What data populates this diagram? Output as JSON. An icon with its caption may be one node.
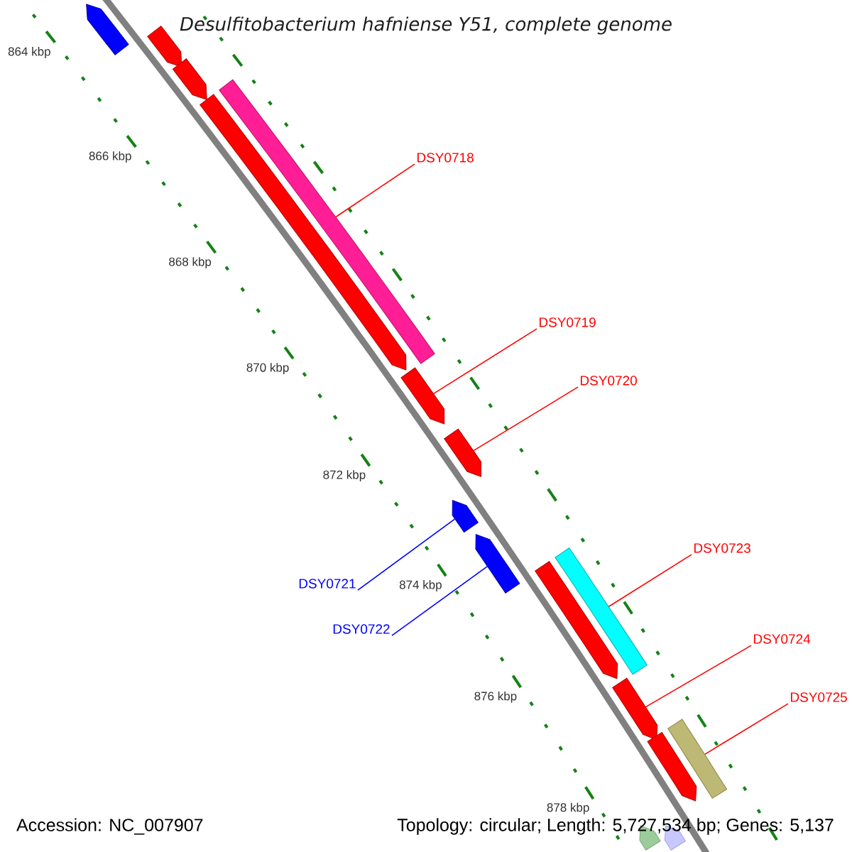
{
  "diagram": {
    "title": "Desulfitobacterium hafniense Y51, complete genome",
    "nodes": [
      {
        "text": [
          "DSY0718"
        ]
      },
      {
        "text": [
          "DSY0719"
        ]
      },
      {
        "text": [
          "DSY0720"
        ]
      },
      {
        "text": [
          "DSY0721"
        ]
      },
      {
        "text": [
          "DSY0722"
        ]
      },
      {
        "text": [
          "DSY0723"
        ]
      },
      {
        "text": [
          "DSY0724"
        ]
      },
      {
        "text": [
          "DSY0725"
        ]
      },
      {
        "text": [],
        "shape": "bar"
      },
      {
        "text": [],
        "shape": "arrow"
      },
      {
        "text": [],
        "shape": "arrow"
      },
      {
        "text": [],
        "shape": "arrow"
      },
      {
        "text": [],
        "shape": "arrow"
      },
      {
        "text": [],
        "shape": "bar"
      },
      {
        "text": [],
        "shape": "arrow"
      },
      {
        "text": [],
        "shape": "bar"
      },
      {
        "text": [],
        "shape": "arrow"
      },
      {
        "text": [],
        "shape": "arrow"
      },
      {
        "text": [],
        "shape": "arrow"
      },
      {
        "text": [],
        "shape": "arrow"
      },
      {
        "text": [],
        "shape": "arrow"
      },
      {
        "text": [],
        "shape": "arrow"
      },
      {
        "text": [],
        "shape": "arrow"
      },
      {
        "text": [],
        "shape": "arrow"
      }
    ],
    "edges": [
      {
        "from": 0,
        "to": 8,
        "arrow": "none"
      },
      {
        "from": 1,
        "to": 9,
        "arrow": "none"
      },
      {
        "from": 2,
        "to": 10,
        "arrow": "none"
      },
      {
        "from": 3,
        "to": 11,
        "arrow": "none",
        "color": "#0000ff"
      },
      {
        "from": 4,
        "to": 12,
        "arrow": "none",
        "color": "#0000ff"
      },
      {
        "from": 5,
        "to": 13,
        "arrow": "none"
      },
      {
        "from": 6,
        "to": 14,
        "arrow": "none"
      },
      {
        "from": 7,
        "to": 15,
        "arrow": "none"
      }
    ],
    "labels": [
      "864 kbp",
      "866 kbp",
      "868 kbp",
      "870 kbp",
      "872 kbp",
      "874 kbp",
      "876 kbp",
      "878 kbp",
      "Accession: NC_007907",
      "Topology: circular; Length: 5,727,534 bp; Genes: 5,137"
    ]
  }
}
